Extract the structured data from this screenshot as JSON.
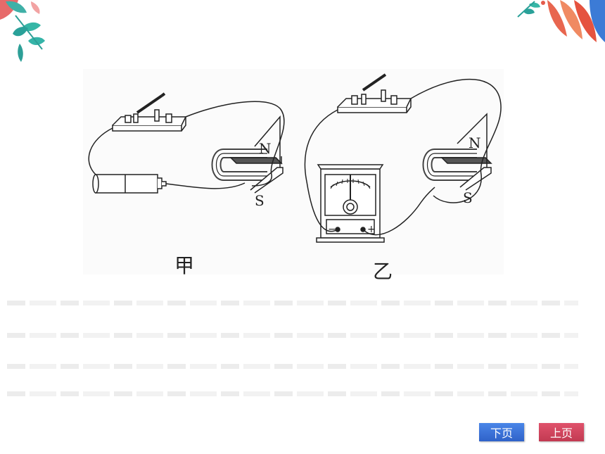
{
  "figure": {
    "caption_left": "甲",
    "caption_right": "乙",
    "magnet_left": {
      "north": "N",
      "south": "S"
    },
    "magnet_right": {
      "north": "N",
      "south": "S"
    },
    "meter_minus": "−",
    "meter_plus": "+"
  },
  "nav": {
    "next_label": "下页",
    "prev_label": "上页"
  }
}
